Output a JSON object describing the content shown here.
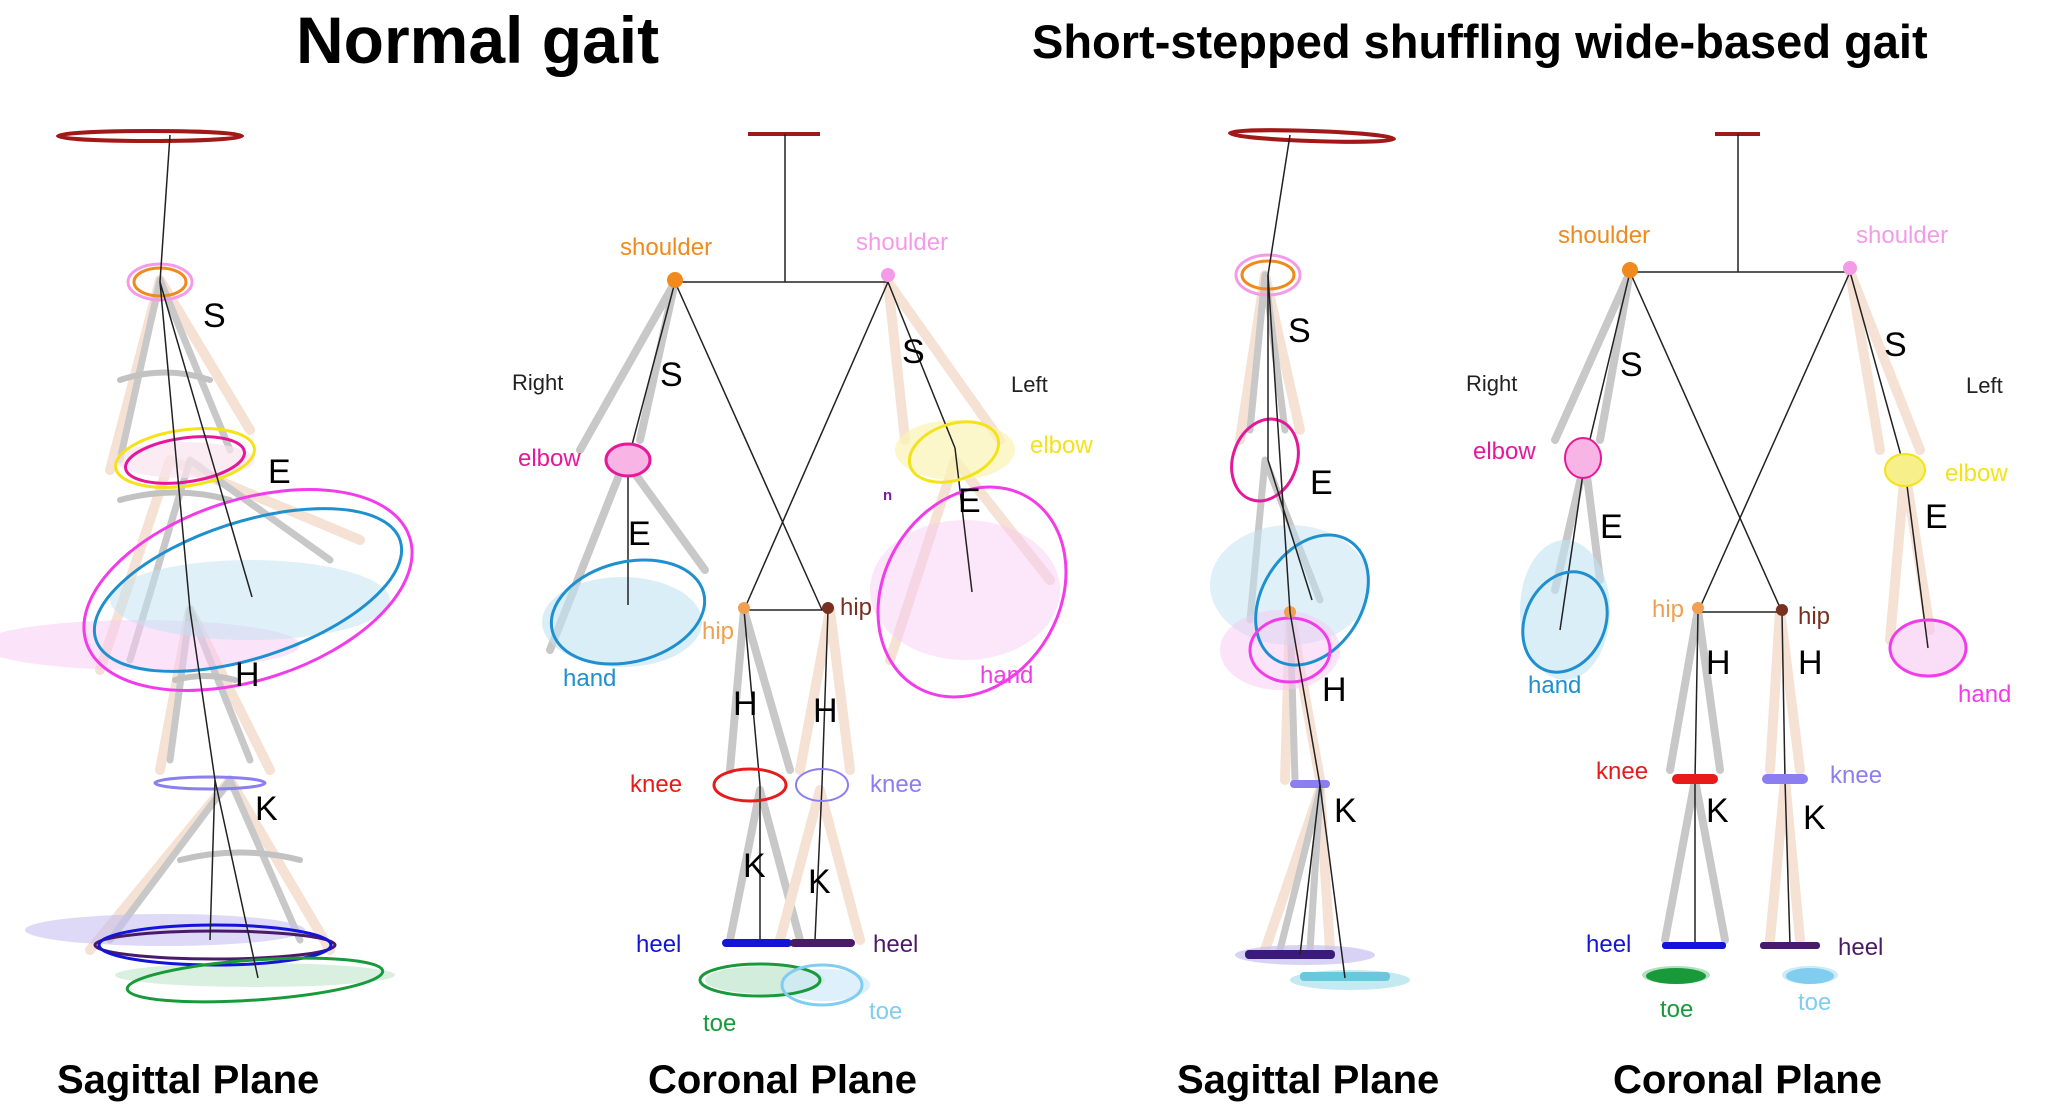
{
  "titles": {
    "normal": "Normal gait",
    "short": "Short-stepped shuffling wide-based gait"
  },
  "planes": {
    "p1": "Sagittal Plane",
    "p2": "Coronal Plane",
    "p3": "Sagittal Plane",
    "p4": "Coronal Plane"
  },
  "joint_labels": {
    "shoulder": "shoulder",
    "elbow": "elbow",
    "hand": "hand",
    "hip": "hip",
    "knee": "knee",
    "heel": "heel",
    "toe": "toe",
    "n": "n"
  },
  "angle_labels": {
    "S": "S",
    "E": "E",
    "H": "H",
    "K": "K"
  },
  "sides": {
    "right": "Right",
    "left": "Left"
  },
  "colors": {
    "pelvis_top": "#a01818",
    "shoulder_right": "#f08a1c",
    "shoulder_left": "#f49be8",
    "elbow_right": "#e6189a",
    "elbow_left": "#f4e21a",
    "hand_right": "#1e8fcf",
    "hand_left": "#f23bea",
    "hip_right": "#f0a050",
    "hip_left": "#7a3020",
    "knee_right": "#e81a1a",
    "knee_left": "#8a7ef0",
    "heel_right": "#1414d8",
    "heel_left": "#4a1a6a",
    "toe_right": "#189a3a",
    "toe_left": "#80cdf0",
    "limb_grey": "#c4c4c4",
    "limb_peach": "#f6e2d4"
  }
}
